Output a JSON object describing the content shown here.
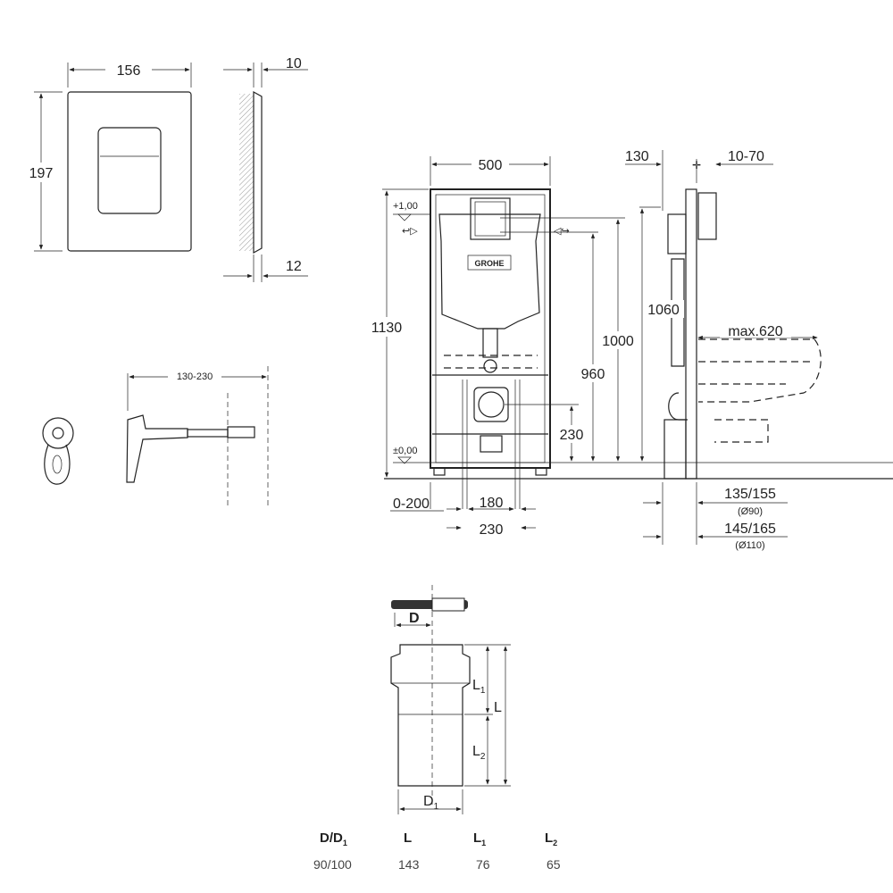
{
  "flush_plate": {
    "width": "156",
    "height": "197",
    "depth_top": "10",
    "depth_bottom": "12"
  },
  "actuator": {
    "range": "130-230"
  },
  "frame_front": {
    "width": "500",
    "level_top": "+1,00",
    "level_zero": "±0,00",
    "height_total": "1130",
    "height_960": "960",
    "height_1000": "1000",
    "height_230": "230",
    "offset_range": "0-200",
    "spacing_180": "180",
    "spacing_230": "230",
    "logo": "GROHE"
  },
  "frame_side": {
    "depth_130": "130",
    "depth_range": "10-70",
    "height_1060": "1060",
    "max_projection": "max.620",
    "dim_90": "135/155",
    "dim_90_dia": "(Ø90)",
    "dim_110": "145/165",
    "dim_110_dia": "(Ø110)"
  },
  "pipe": {
    "D": "D",
    "D1": "D",
    "D1_sub": "1",
    "L": "L",
    "L1": "L",
    "L1_sub": "1",
    "L2": "L",
    "L2_sub": "2"
  },
  "table": {
    "headers": [
      {
        "main": "D/D",
        "sub": "1"
      },
      {
        "main": "L",
        "sub": ""
      },
      {
        "main": "L",
        "sub": "1"
      },
      {
        "main": "L",
        "sub": "2"
      }
    ],
    "row": [
      "90/100",
      "143",
      "76",
      "65"
    ]
  }
}
